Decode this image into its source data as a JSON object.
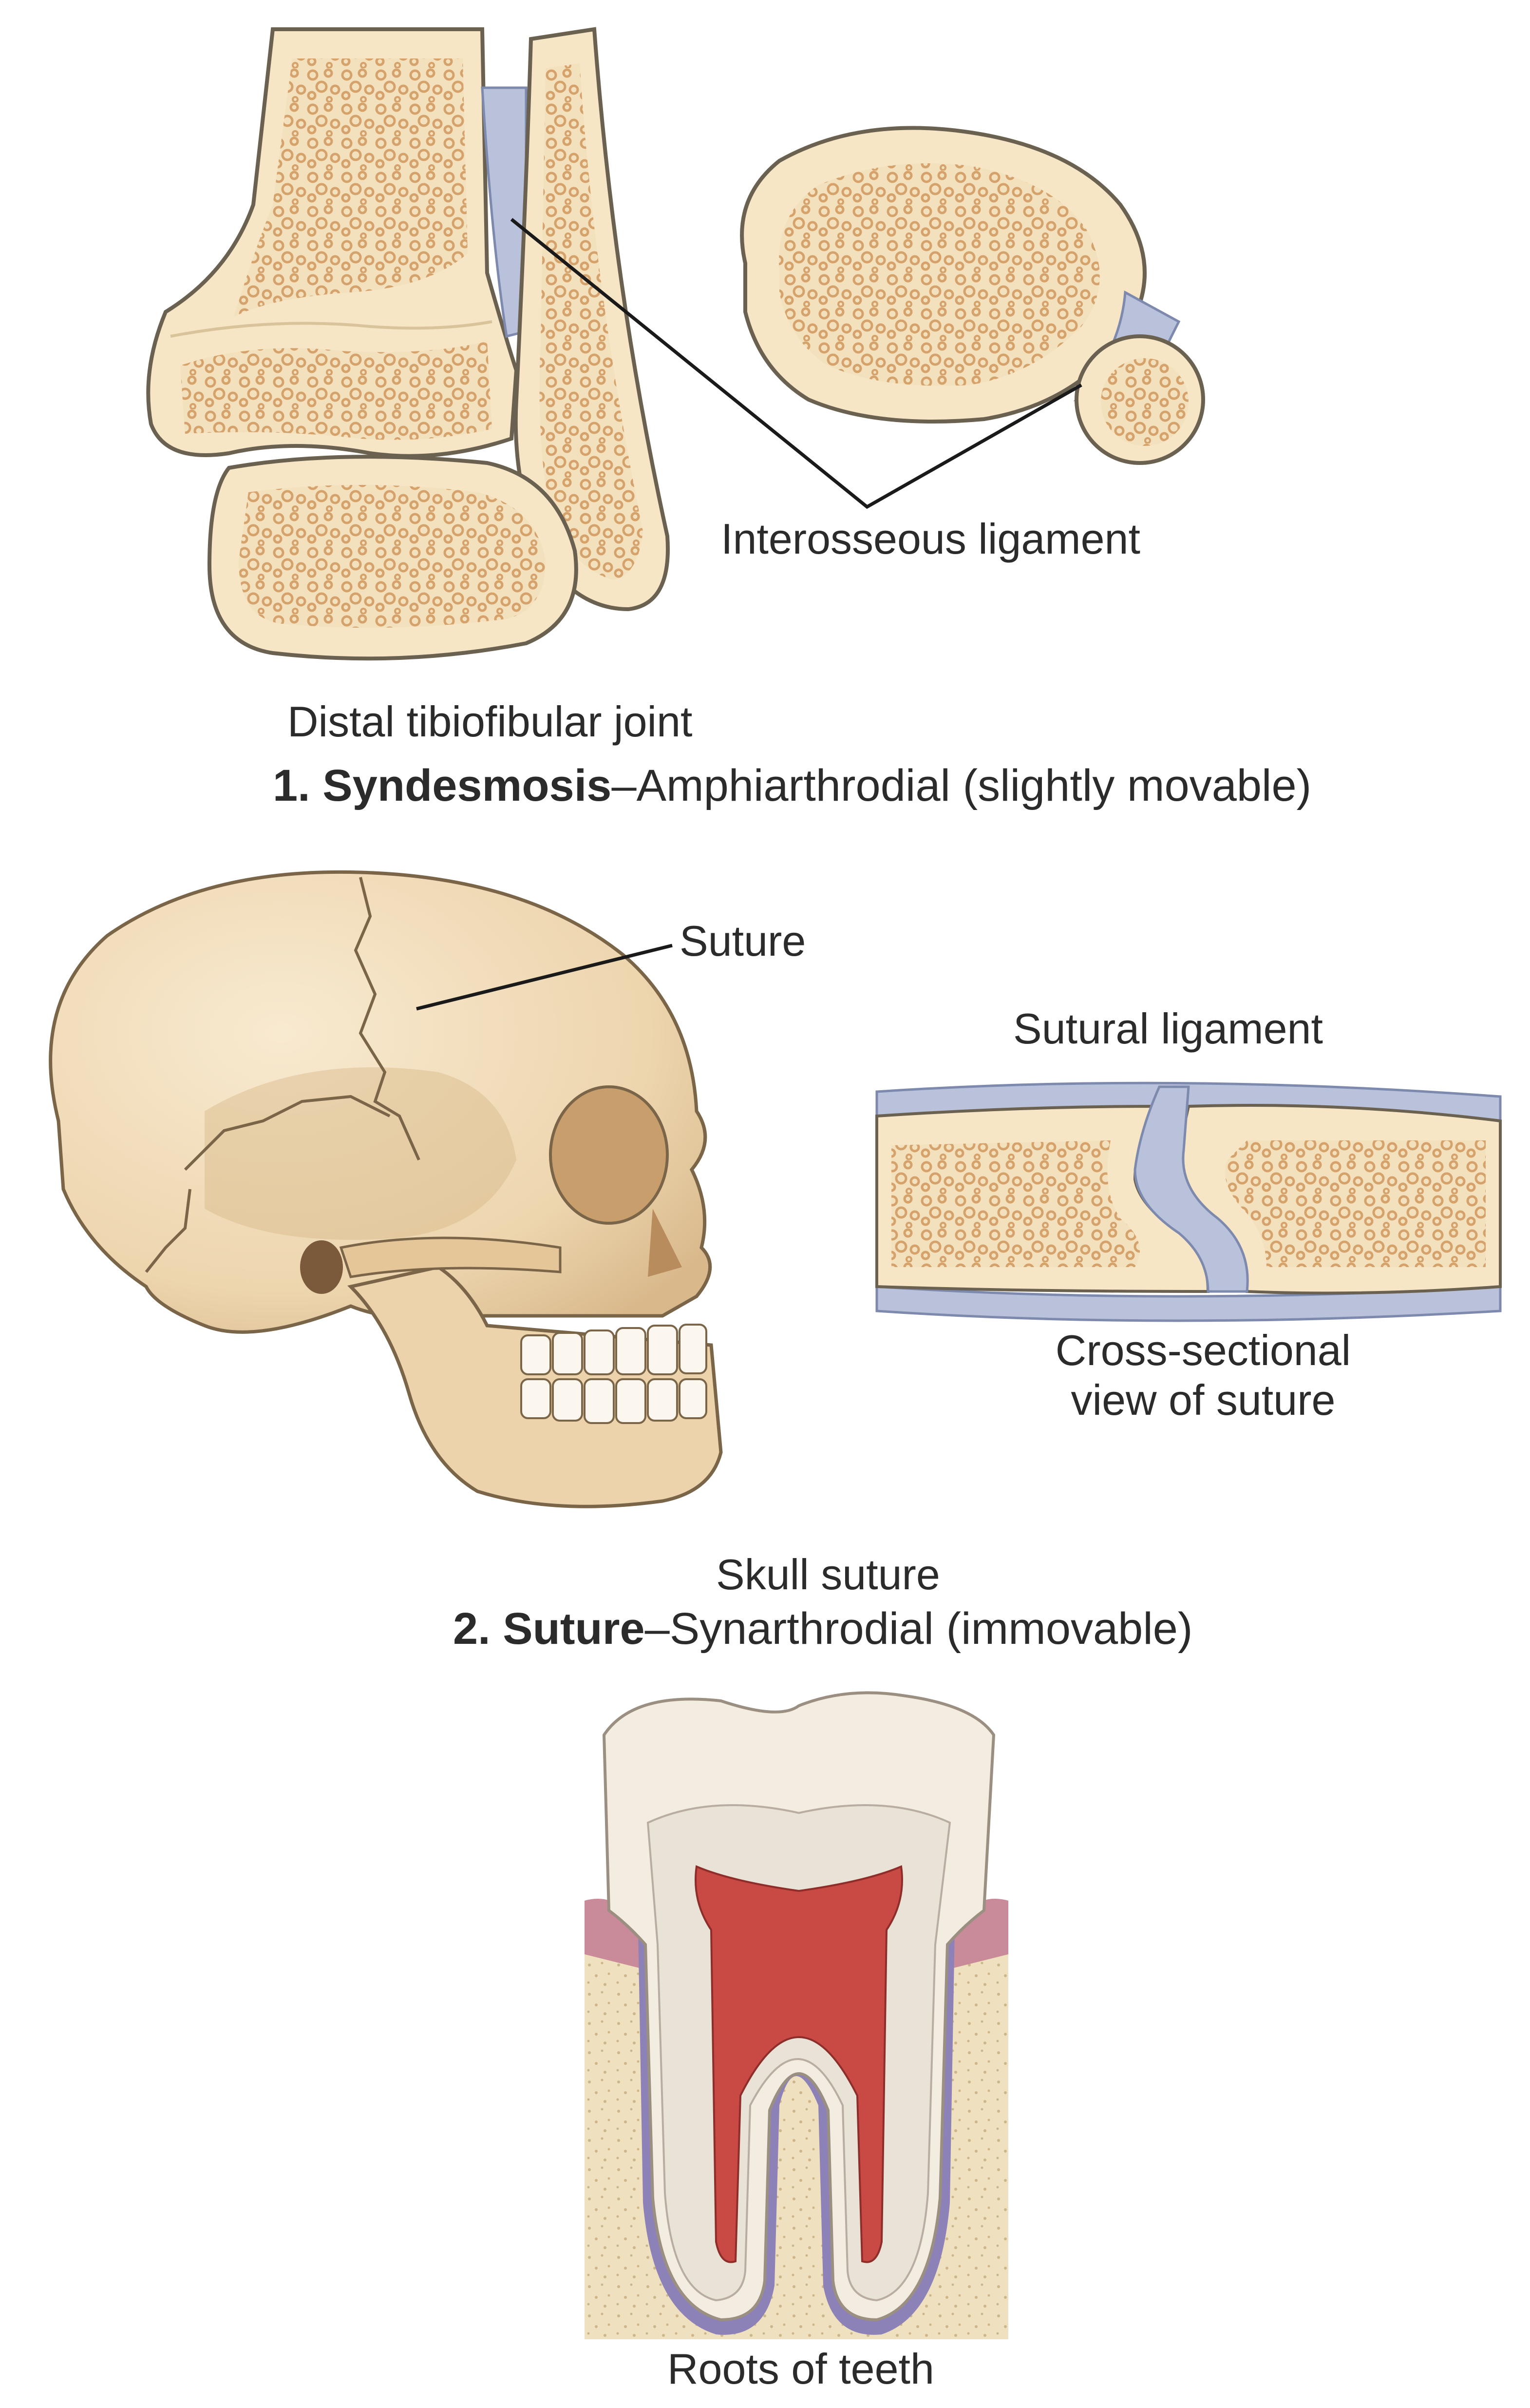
{
  "colors": {
    "bone": "#f6e6c6",
    "bone_edge": "#6b6150",
    "marrow": "#d8a06c",
    "ligament": "#b9c2da",
    "ligament_edge": "#7d89ad",
    "skull": "#f1dcb8",
    "skull_shadow": "#dcbf95",
    "pulp": "#c94a45",
    "gum": "#c98a9a",
    "periodontal": "#8d82b8",
    "alveolar": "#e9d6b0",
    "leader": "#1a1a1a"
  },
  "section1": {
    "label_interosseous": "Interosseous ligament",
    "caption": "Distal tibiofibular joint",
    "number": "1.",
    "title_bold": "Syndesmosis",
    "title_rest": "–Amphiarthrodial (slightly movable)"
  },
  "section2": {
    "label_suture": "Suture",
    "label_sutural_ligament": "Sutural ligament",
    "cross_section_line1": "Cross-sectional",
    "cross_section_line2": "view of suture",
    "caption": "Skull suture",
    "number": "2.",
    "title_bold": "Suture",
    "title_rest": "–Synarthrodial (immovable)"
  },
  "section3": {
    "caption": "Roots of teeth"
  }
}
